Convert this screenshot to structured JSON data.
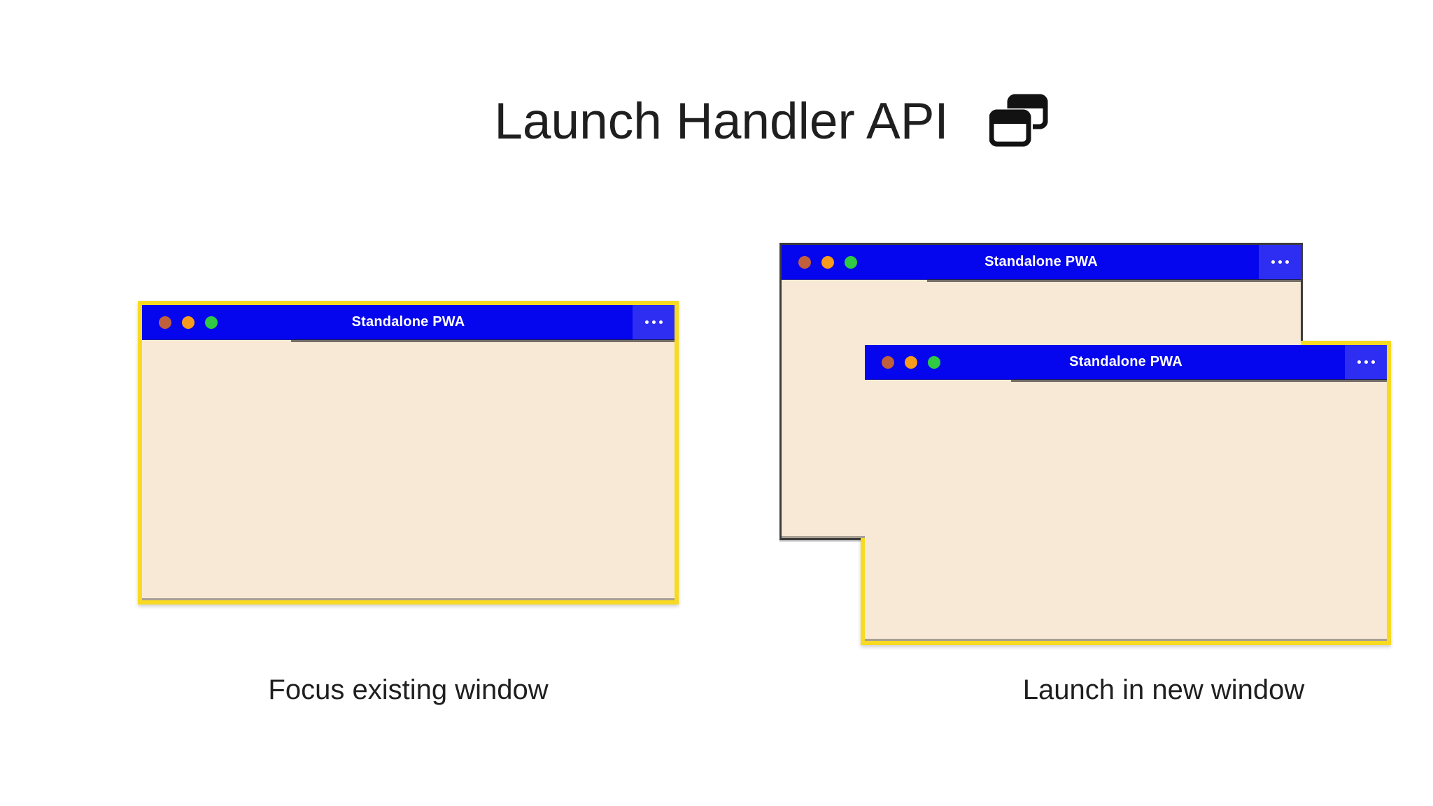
{
  "header": {
    "title": "Launch Handler API",
    "icon": "overlapping-windows-icon"
  },
  "pwa_window": {
    "title": "Standalone PWA",
    "traffic_lights": [
      "close",
      "minimize",
      "maximize"
    ],
    "menu_icon": "more-horizontal-icon"
  },
  "panels": [
    {
      "id": "focus-existing",
      "caption": "Focus existing window"
    },
    {
      "id": "launch-new",
      "caption": "Launch in new window"
    }
  ],
  "colors": {
    "titlebar_blue": "#0505ee",
    "menu_segment_blue": "#2e2ef3",
    "window_body": "#f8e9d6",
    "highlight_yellow": "#f7da21",
    "back_window_border": "#3c3c3c",
    "dot_close": "#c05f3c",
    "dot_minimize": "#f79b1d",
    "dot_maximize": "#2fc944",
    "title_text": "#ffffff",
    "page_text": "#1f1f1f",
    "page_background": "#ffffff"
  }
}
